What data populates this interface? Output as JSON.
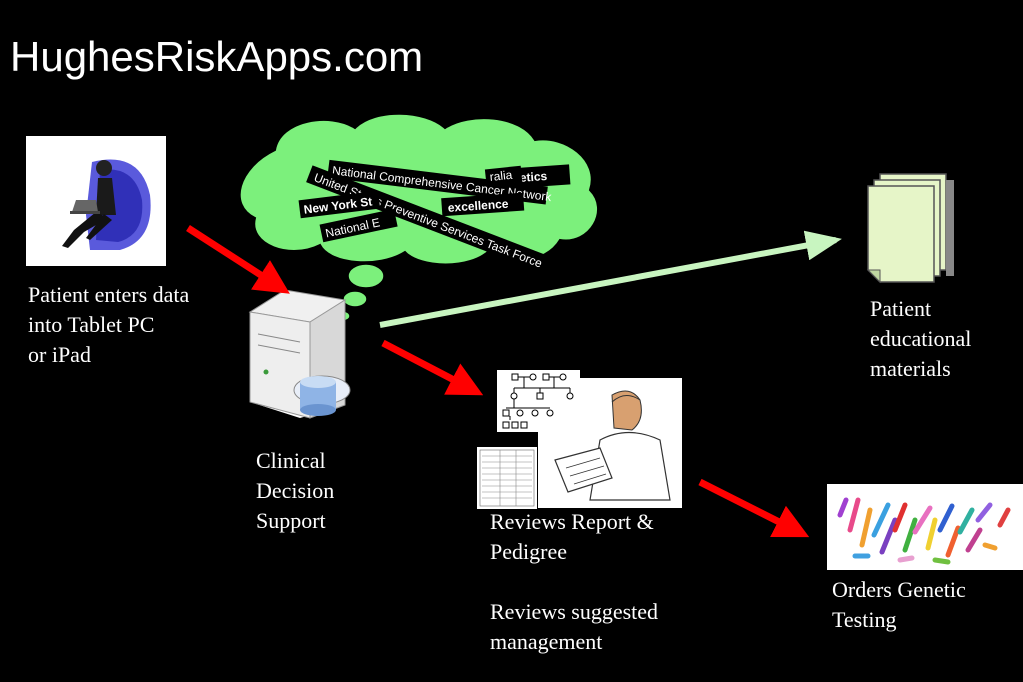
{
  "title": "HughesRiskApps.com",
  "nodes": {
    "patient": {
      "label": "Patient enters data\ninto Tablet PC\nor iPad"
    },
    "cds": {
      "label": "Clinical\nDecision\nSupport"
    },
    "nurse": {
      "label_report": "Reviews Report &\nPedigree",
      "label_management": "Reviews suggested\nmanagement"
    },
    "materials": {
      "label": "Patient\neducational\nmaterials"
    },
    "genetic": {
      "label": "Orders Genetic\nTesting"
    }
  },
  "guidelines_cloud": {
    "tags": [
      "National Comprehensive Cancer Network",
      "United States Preventive Services Task Force",
      "New York St",
      "excellence",
      "National E",
      "etics",
      "ralia"
    ]
  },
  "colors": {
    "background": "#000000",
    "cloud": "#7cf07c",
    "arrow_red": "#ff0000",
    "arrow_green": "#c8f5c0",
    "document": "#e6f5c8",
    "text": "#ffffff"
  },
  "icons": {
    "patient": "woman-laptop-icon",
    "cds": "server-database-icon",
    "pedigree": "pedigree-chart-icon",
    "report": "report-form-icon",
    "nurse": "nurse-clipboard-icon",
    "materials": "document-stack-icon",
    "genetic": "chromosomes-icon"
  }
}
